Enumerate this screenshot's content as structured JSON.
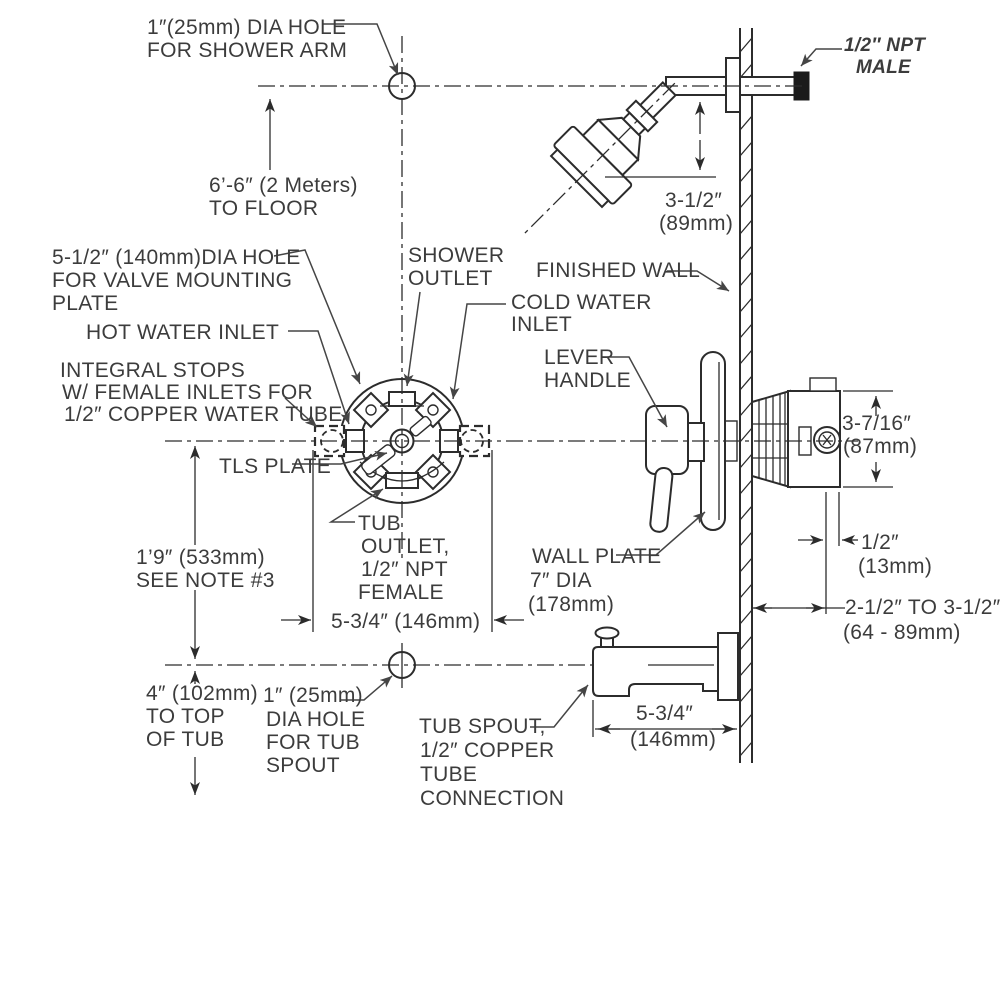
{
  "colors": {
    "background": "#ffffff",
    "drawing_line": "#2c2c2c",
    "text": "#3c3c3c",
    "leader_line": "#454545"
  },
  "labels": {
    "shower_arm_hole": {
      "lines": [
        "1″(25mm) DIA HOLE",
        "FOR SHOWER ARM"
      ]
    },
    "npt_male": {
      "lines": [
        "1/2″ NPT",
        "MALE"
      ]
    },
    "to_floor": {
      "lines": [
        "6’-6″ (2 Meters)",
        "TO FLOOR"
      ]
    },
    "valve_mounting_hole": {
      "lines": [
        "5-1/2″ (140mm)DIA HOLE",
        "FOR VALVE MOUNTING",
        "PLATE"
      ]
    },
    "hot_water_inlet": {
      "lines": [
        "HOT WATER INLET"
      ]
    },
    "integral_stops": {
      "lines": [
        "INTEGRAL STOPS",
        "W/ FEMALE INLETS FOR",
        "1/2″ COPPER WATER TUBE"
      ]
    },
    "shower_outlet": {
      "lines": [
        "SHOWER",
        "OUTLET"
      ]
    },
    "finished_wall": {
      "lines": [
        "FINISHED WALL"
      ]
    },
    "cold_water_inlet": {
      "lines": [
        "COLD WATER",
        "INLET"
      ]
    },
    "lever_handle": {
      "lines": [
        "LEVER",
        "HANDLE"
      ]
    },
    "tls_plate": {
      "lines": [
        "TLS PLATE"
      ]
    },
    "dim_head_drop": {
      "lines": [
        "3-1/2″",
        "(89mm)"
      ]
    },
    "dim_body_height": {
      "lines": [
        "3-7/16″",
        "(87mm)"
      ]
    },
    "dim_note_533": {
      "lines": [
        "1’9″ (533mm)",
        "SEE NOTE #3"
      ]
    },
    "tub_outlet": {
      "lines": [
        "TUB",
        "OUTLET,",
        "1/2″ NPT",
        "FEMALE"
      ]
    },
    "wall_plate": {
      "lines": [
        "WALL PLATE",
        "7″ DIA",
        "(178mm)"
      ]
    },
    "dim_half_inch": {
      "lines": [
        "1/2″",
        "(13mm)"
      ]
    },
    "dim_stops_span": {
      "lines": [
        "5-3/4″ (146mm)"
      ]
    },
    "dim_wall_range": {
      "lines": [
        "2-1/2″ TO 3-1/2″",
        "(64 - 89mm)"
      ]
    },
    "top_of_tub": {
      "lines": [
        "4″ (102mm)",
        "TO TOP",
        "OF TUB"
      ]
    },
    "tub_spout_hole": {
      "lines": [
        "1″ (25mm)",
        "DIA HOLE",
        "FOR TUB",
        "SPOUT"
      ]
    },
    "tub_spout": {
      "lines": [
        "TUB SPOUT,",
        "1/2″ COPPER",
        "TUBE",
        "CONNECTION"
      ]
    },
    "dim_spout_length": {
      "lines": [
        "5-3/4″",
        "(146mm)"
      ]
    }
  }
}
